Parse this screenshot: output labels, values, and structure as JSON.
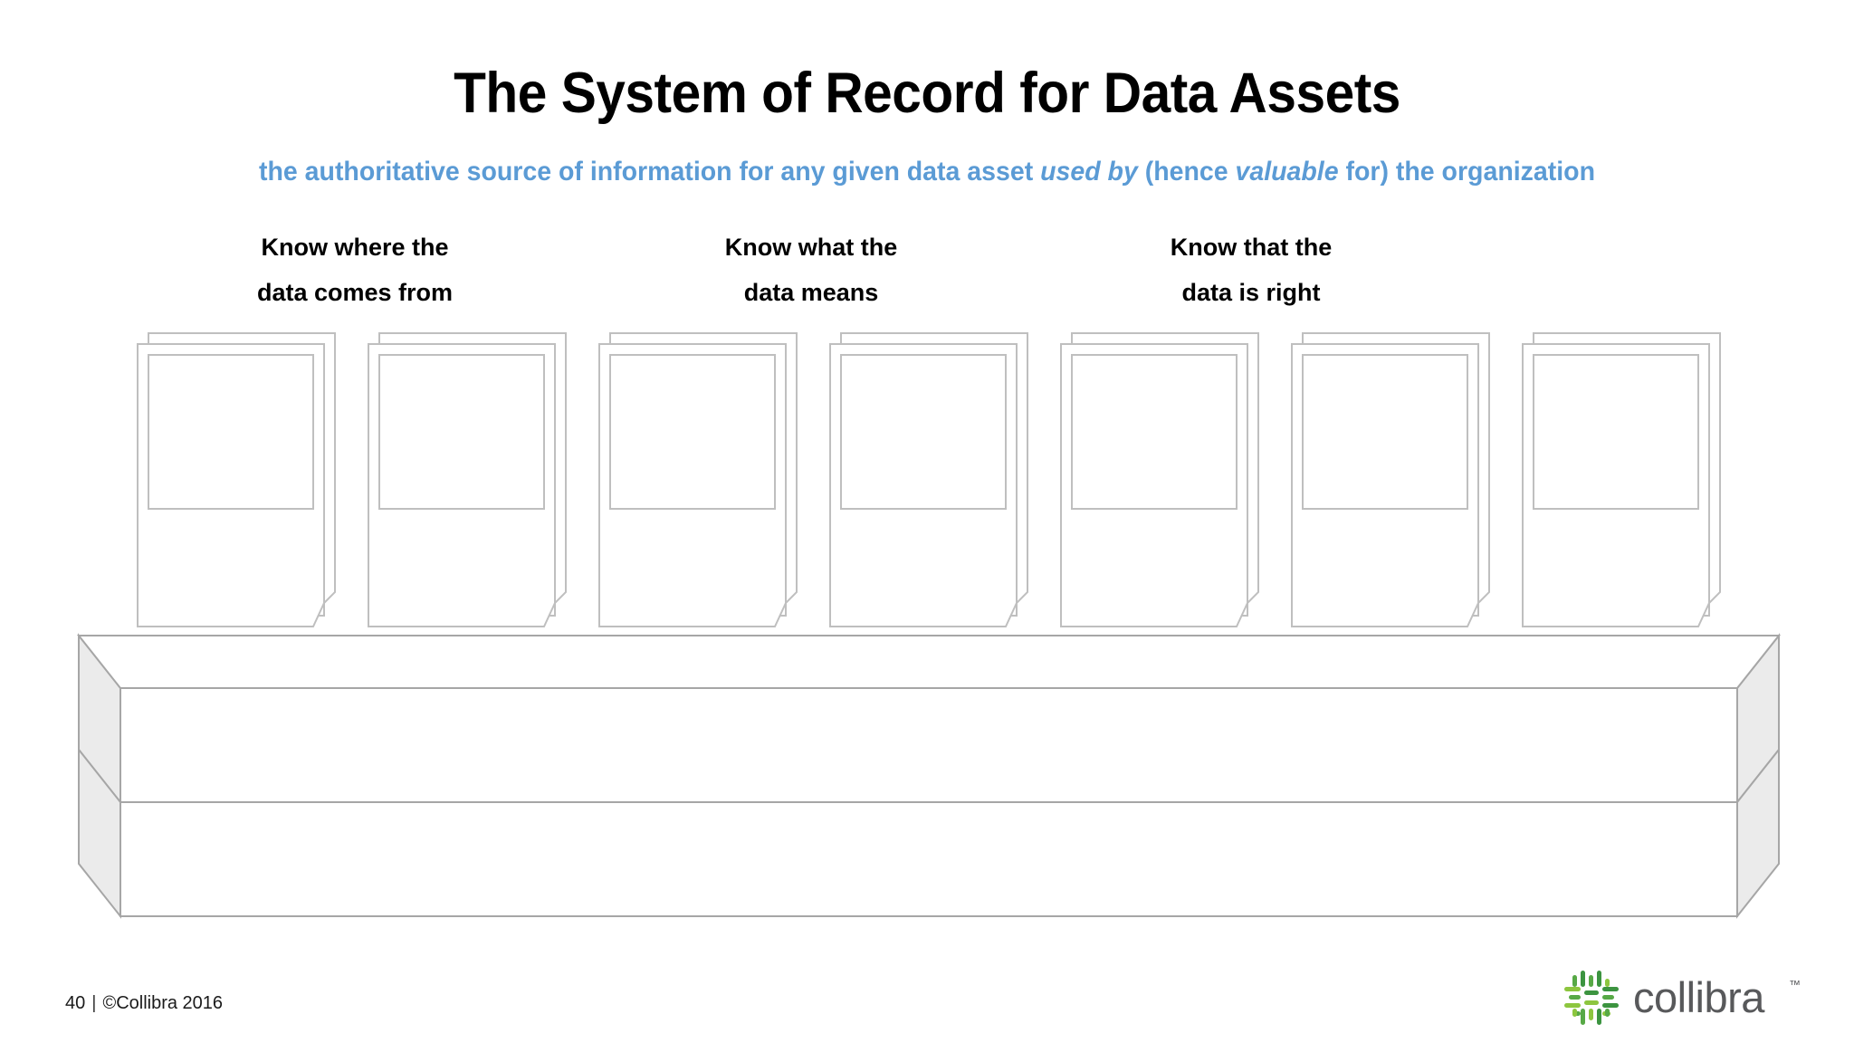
{
  "slide": {
    "title": "The System of Record for Data Assets",
    "subtitle": {
      "part1": "the authoritative source of information for any given data asset ",
      "italic1": "used by",
      "part2": " (hence ",
      "italic2": "valuable",
      "part3": " for) the organization"
    },
    "background_color": "#FFFFFF"
  },
  "columns": [
    {
      "line1": "Know where the",
      "line2": "data comes from"
    },
    {
      "line1": "Know what the",
      "line2": "data means"
    },
    {
      "line1": "Know that the",
      "line2": "data is right"
    }
  ],
  "cards": [
    {
      "index": 1
    },
    {
      "index": 2
    },
    {
      "index": 3
    },
    {
      "index": 4
    },
    {
      "index": 5
    },
    {
      "index": 6
    },
    {
      "index": 7
    }
  ],
  "platform": {
    "layers": 2,
    "fill_color": "#FFFFFF",
    "side_fill_color": "#EBEBEB",
    "stroke_color": "#A6A6A6"
  },
  "footer": {
    "page_number": "40",
    "separator": "|",
    "copyright": "©Collibra 2016"
  },
  "logo": {
    "wordmark": "collibra",
    "trademark": "™",
    "mark_name": "collibra-pinwheel-mark",
    "colors": {
      "dark_green": "#3C9440",
      "mid_green": "#57A946",
      "light_green": "#8DC63F",
      "wordmark_gray": "#58595B"
    }
  },
  "theme": {
    "accent_blue": "#5B9BD5",
    "outline_gray": "#BFBFBF",
    "text_black": "#000000"
  }
}
